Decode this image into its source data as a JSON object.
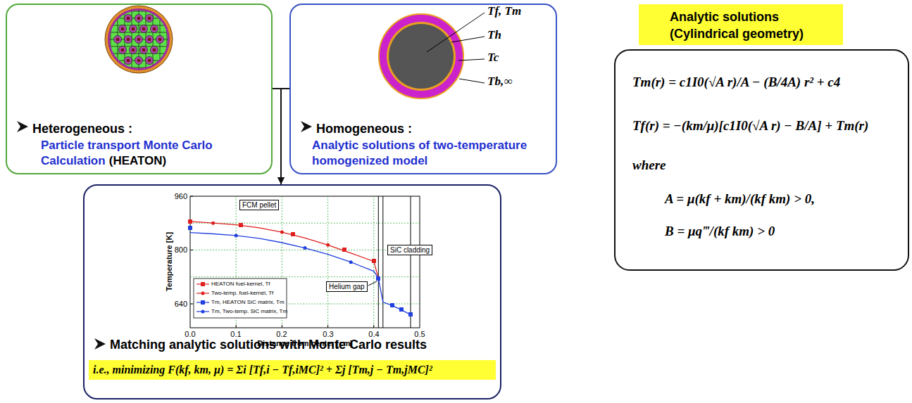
{
  "diagram": {
    "nodes": [
      {
        "text": [
          "Heterogeneous :",
          "Particle transport Monte Carlo Calculation",
          "(HEATON)"
        ]
      },
      {
        "text": [
          "Homogeneous :",
          "Analytic solutions of two-temperature homogenized model"
        ]
      },
      {
        "text": [
          "Analytic solutions (Cylindrical geometry)",
          "Tm(r) = c1I0(√A r)/A − (B/4A) r² + c4",
          "Tf(r) = −(km/μ)[c1I0(√A r) − B/A] + Tm(r)",
          "where",
          "A = μ(kf + km)/(kf km) > 0,",
          "B = μq‴/(kf km) > 0"
        ]
      },
      {
        "text": [
          "Matching analytic solutions with Monte Carlo results",
          "i.e., minimizing F(kf, km, μ) = Σi [Tf,i − Tf,iMC]² + Σj [Tm,j − Tm,jMC]²"
        ]
      }
    ],
    "edges": [
      {
        "from": 0,
        "to": 3,
        "arrow": "to"
      },
      {
        "from": 1,
        "to": 3,
        "arrow": "to"
      }
    ],
    "labels": [
      "Tf, Tm",
      "Th",
      "Tc",
      "Tb,∞",
      "960",
      "800",
      "640",
      "0.0",
      "0.1",
      "0.2",
      "0.3",
      "0.4",
      "0.5",
      "Temperature [K]",
      "Distance from center [cm]",
      "FCM pellet",
      "SiC cladding",
      "Helium gap"
    ],
    "legend": [
      {
        "text": "HEATON fuel-kernel, Tf"
      },
      {
        "text": "Two-temp. fuel-kernel, Tf"
      },
      {
        "text": "Tm, HEATON SiC matrix, Tm"
      },
      {
        "text": "Tm, Two-temp. SiC matrix, Tm"
      }
    ]
  }
}
